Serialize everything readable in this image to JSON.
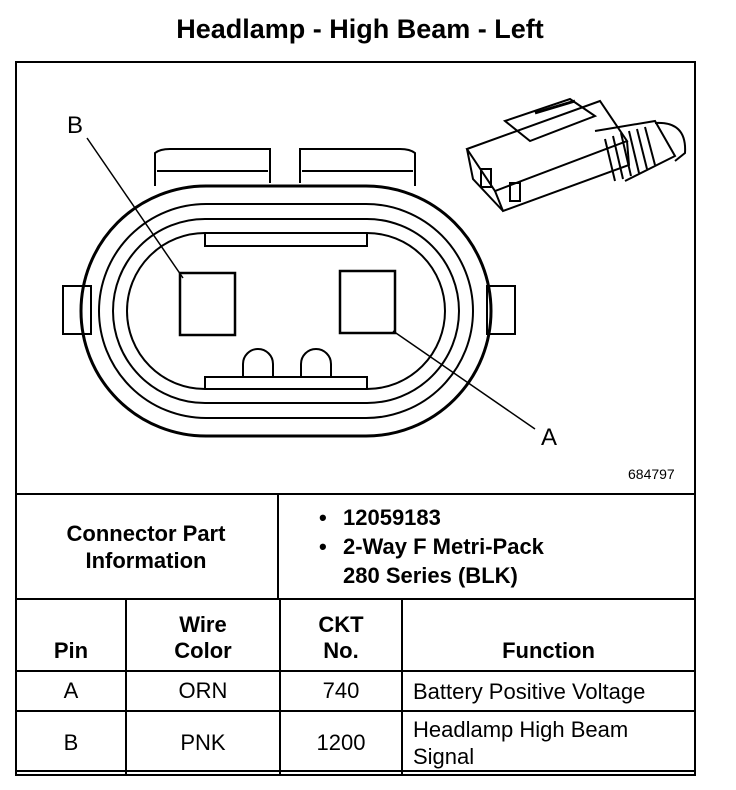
{
  "title": "Headlamp - High Beam - Left",
  "diagram": {
    "reference_number": "684797",
    "callout_a": "A",
    "callout_b": "B",
    "icons": [
      "connector-face-drawing",
      "connector-3d-drawing"
    ]
  },
  "connector_info": {
    "label_line1": "Connector Part",
    "label_line2": "Information",
    "items": [
      "12059183",
      "2-Way F Metri-Pack",
      "280 Series (BLK)"
    ]
  },
  "table": {
    "headers": {
      "pin": "Pin",
      "wire_color_line1": "Wire",
      "wire_color_line2": "Color",
      "ckt_line1": "CKT",
      "ckt_line2": "No.",
      "function": "Function"
    },
    "rows": [
      {
        "pin": "A",
        "wire_color": "ORN",
        "ckt": "740",
        "function_line1": "Battery Positive Voltage",
        "function_line2": ""
      },
      {
        "pin": "B",
        "wire_color": "PNK",
        "ckt": "1200",
        "function_line1": "Headlamp High Beam",
        "function_line2": "Signal"
      }
    ]
  }
}
